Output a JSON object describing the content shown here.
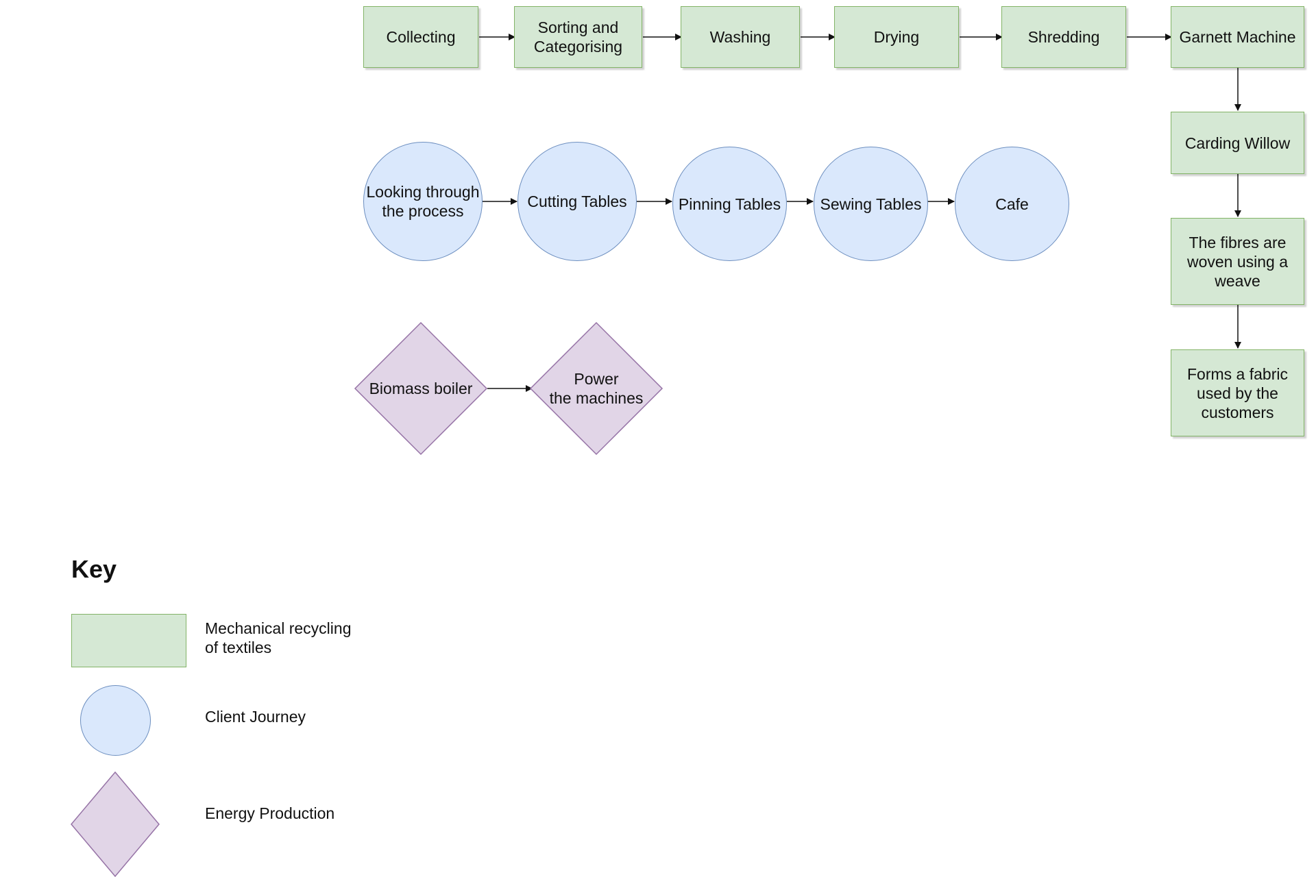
{
  "colors": {
    "mechanical_fill": "#d5e8d4",
    "mechanical_stroke": "#82b366",
    "client_fill": "#dae8fc",
    "client_stroke": "#6c8ebf",
    "energy_fill": "#e1d5e7",
    "energy_stroke": "#9673a6",
    "edge": "#111111"
  },
  "mechanical": {
    "collecting": "Collecting",
    "sorting": "Sorting and\nCategorising",
    "washing": "Washing",
    "drying": "Drying",
    "shredding": "Shredding",
    "garnett": "Garnett Machine",
    "carding": "Carding Willow",
    "woven": "The fibres are\nwoven using a\nweave",
    "fabric": "Forms a fabric\nused by the\ncustomers"
  },
  "client": {
    "looking": "Looking through\nthe process",
    "cutting": "Cutting Tables",
    "pinning": "Pinning Tables",
    "sewing": "Sewing Tables",
    "cafe": "Cafe"
  },
  "energy": {
    "biomass": "Biomass boiler",
    "power": "Power\nthe machines"
  },
  "key": {
    "title": "Key",
    "mechanical": "Mechanical recycling\nof textiles",
    "client": "Client Journey",
    "energy": "Energy Production"
  }
}
